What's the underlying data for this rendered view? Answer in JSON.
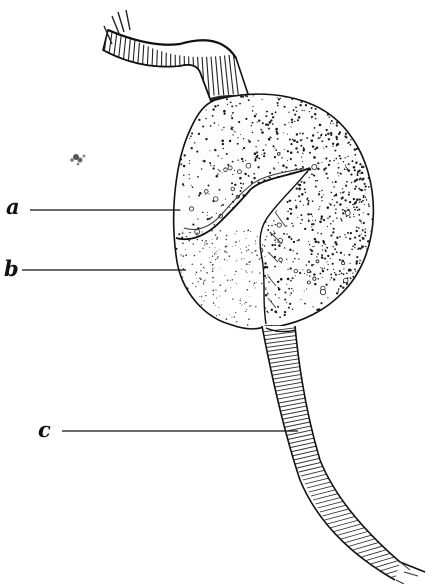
{
  "labels": {
    "a": "a",
    "b": "b",
    "c": "c"
  },
  "colors": {
    "ink": "#111111",
    "paper": "#ffffff"
  }
}
